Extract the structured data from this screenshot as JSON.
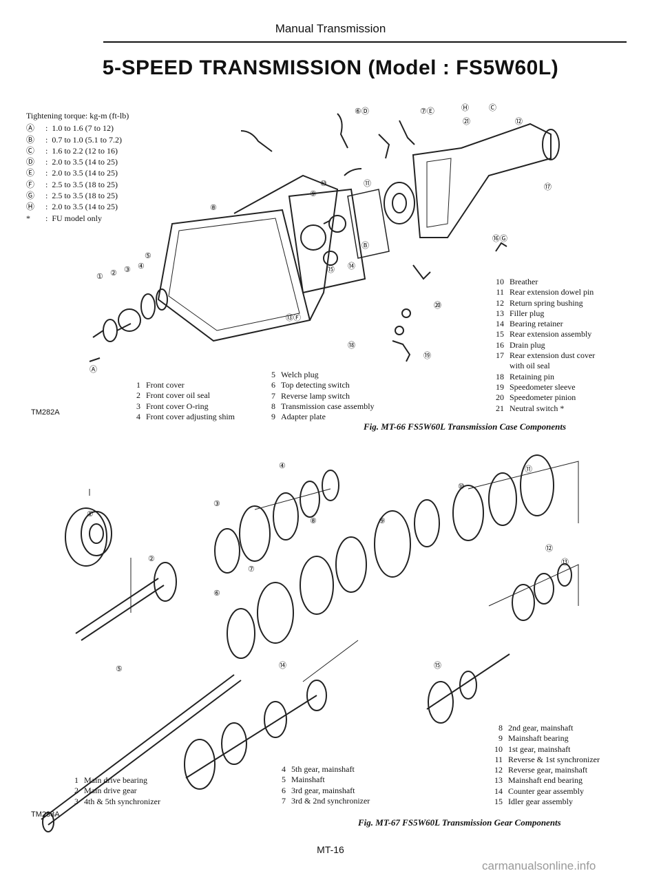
{
  "header": "Manual Transmission",
  "title": "5-SPEED TRANSMISSION (Model : FS5W60L)",
  "torque": {
    "caption": "Tightening torque: kg-m (ft-lb)",
    "items": [
      {
        "key": "Ⓐ",
        "value": "1.0 to 1.6 (7 to 12)"
      },
      {
        "key": "Ⓑ",
        "value": "0.7 to 1.0 (5.1 to 7.2)"
      },
      {
        "key": "Ⓒ",
        "value": "1.6 to 2.2 (12 to 16)"
      },
      {
        "key": "Ⓓ",
        "value": "2.0 to 3.5 (14 to 25)"
      },
      {
        "key": "Ⓔ",
        "value": "2.0 to 3.5 (14 to 25)"
      },
      {
        "key": "Ⓕ",
        "value": "2.5 to 3.5 (18 to 25)"
      },
      {
        "key": "Ⓖ",
        "value": "2.5 to 3.5 (18 to 25)"
      },
      {
        "key": "Ⓗ",
        "value": "2.0 to 3.5 (14 to 25)"
      },
      {
        "key": "*",
        "value": "FU model only"
      }
    ]
  },
  "fig1": {
    "code": "TM282A",
    "caption": "Fig. MT-66  FS5W60L Transmission Case Components",
    "legend_a": [
      {
        "n": "1",
        "t": "Front cover"
      },
      {
        "n": "2",
        "t": "Front cover oil seal"
      },
      {
        "n": "3",
        "t": "Front cover O-ring"
      },
      {
        "n": "4",
        "t": "Front cover adjusting shim"
      }
    ],
    "legend_b": [
      {
        "n": "5",
        "t": "Welch plug"
      },
      {
        "n": "6",
        "t": "Top detecting switch"
      },
      {
        "n": "7",
        "t": "Reverse lamp switch"
      },
      {
        "n": "8",
        "t": "Transmission case assembly"
      },
      {
        "n": "9",
        "t": "Adapter plate"
      }
    ],
    "legend_c": [
      {
        "n": "10",
        "t": "Breather"
      },
      {
        "n": "11",
        "t": "Rear extension dowel pin"
      },
      {
        "n": "12",
        "t": "Return spring bushing"
      },
      {
        "n": "13",
        "t": "Filler plug"
      },
      {
        "n": "14",
        "t": "Bearing retainer"
      },
      {
        "n": "15",
        "t": "Rear extension assembly"
      },
      {
        "n": "16",
        "t": "Drain plug"
      },
      {
        "n": "17",
        "t": "Rear extension dust cover"
      },
      {
        "n": "",
        "t": "with oil seal"
      },
      {
        "n": "18",
        "t": "Retaining pin"
      },
      {
        "n": "19",
        "t": "Speedometer sleeve"
      },
      {
        "n": "20",
        "t": "Speedometer pinion"
      },
      {
        "n": "21",
        "t": "Neutral switch *"
      }
    ]
  },
  "fig2": {
    "code": "TM283A",
    "caption": "Fig. MT-67  FS5W60L Transmission Gear Components",
    "legend_a": [
      {
        "n": "1",
        "t": "Main drive bearing"
      },
      {
        "n": "2",
        "t": "Main drive gear"
      },
      {
        "n": "3",
        "t": "4th & 5th synchronizer"
      }
    ],
    "legend_b": [
      {
        "n": "4",
        "t": "5th gear, mainshaft"
      },
      {
        "n": "5",
        "t": "Mainshaft"
      },
      {
        "n": "6",
        "t": "3rd gear, mainshaft"
      },
      {
        "n": "7",
        "t": "3rd & 2nd synchronizer"
      }
    ],
    "legend_c": [
      {
        "n": "8",
        "t": "2nd gear, mainshaft"
      },
      {
        "n": "9",
        "t": "Mainshaft bearing"
      },
      {
        "n": "10",
        "t": "1st gear, mainshaft"
      },
      {
        "n": "11",
        "t": "Reverse & 1st synchronizer"
      },
      {
        "n": "12",
        "t": "Reverse gear, mainshaft"
      },
      {
        "n": "13",
        "t": "Mainshaft end bearing"
      },
      {
        "n": "14",
        "t": "Counter gear assembly"
      },
      {
        "n": "15",
        "t": "Idler gear assembly"
      }
    ]
  },
  "page_number": "MT-16",
  "watermark": "carmanualsonline.info",
  "icons": {
    "fig1": "transmission-case-exploded-icon",
    "fig2": "gear-train-exploded-icon"
  }
}
